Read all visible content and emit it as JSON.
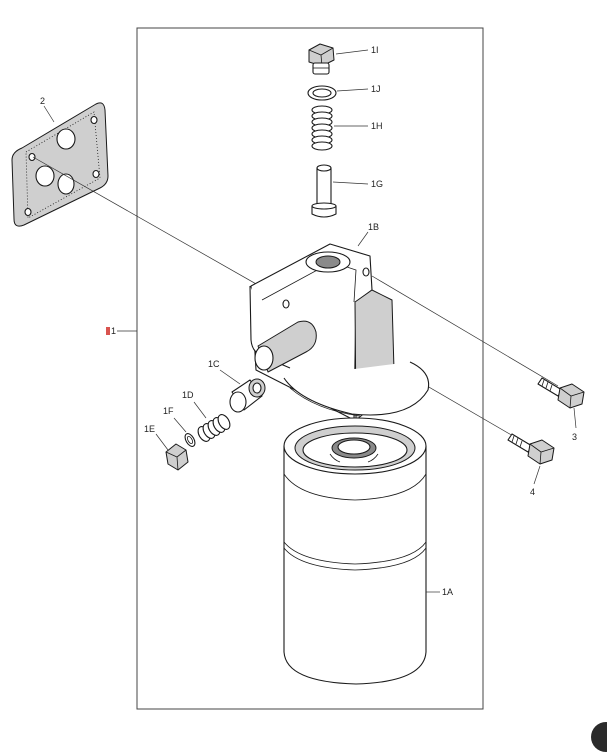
{
  "callouts": {
    "c_1": "1",
    "c_1A": "1A",
    "c_1B": "1B",
    "c_1C": "1C",
    "c_1D": "1D",
    "c_1E": "1E",
    "c_1F": "1F",
    "c_1G": "1G",
    "c_1H": "1H",
    "c_1I": "1I",
    "c_1J": "1J",
    "c_2": "2",
    "c_3": "3",
    "c_4": "4"
  },
  "colors": {
    "highlight_marker": "#d9534f",
    "line": "#1a1a1a",
    "shade": "#cfcfcf"
  }
}
